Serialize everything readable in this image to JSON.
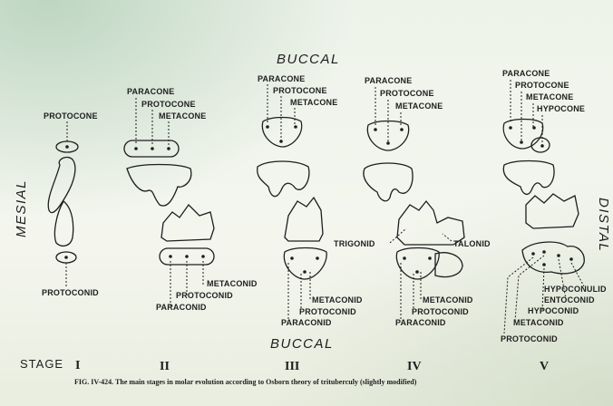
{
  "orientation": {
    "top": "BUCCAL",
    "bottom": "BUCCAL",
    "left": "MESIAL",
    "right": "DISTAL"
  },
  "stage_label": "STAGE",
  "stages": [
    "I",
    "II",
    "III",
    "IV",
    "V"
  ],
  "stage1": {
    "upper": "PROTOCONE",
    "lower": "PROTOCONID"
  },
  "stage2": {
    "upper": [
      "PARACONE",
      "PROTOCONE",
      "METACONE"
    ],
    "lower": [
      "METACONID",
      "PROTOCONID",
      "PARACONID"
    ]
  },
  "stage3": {
    "upper": [
      "PARACONE",
      "PROTOCONE",
      "METACONE"
    ],
    "lower": [
      "METACONID",
      "PROTOCONID",
      "PARACONID"
    ]
  },
  "stage4": {
    "upper": [
      "PARACONE",
      "PROTOCONE",
      "METACONE"
    ],
    "lower": [
      "METACONID",
      "PROTOCONID",
      "PARACONID"
    ],
    "trigonid": "TRIGONID",
    "talonid": "TALONID"
  },
  "stage5": {
    "upper": [
      "PARACONE",
      "PROTOCONE",
      "METACONE",
      "HYPOCONE"
    ],
    "lower": [
      "HYPOCONULID",
      "ENTOCONID",
      "HYPOCONID",
      "METACONID",
      "PROTOCONID"
    ]
  },
  "caption": "FIG. IV-424. The main stages in molar evolution according to Osborn theory of trituberculy (slightly modified)"
}
